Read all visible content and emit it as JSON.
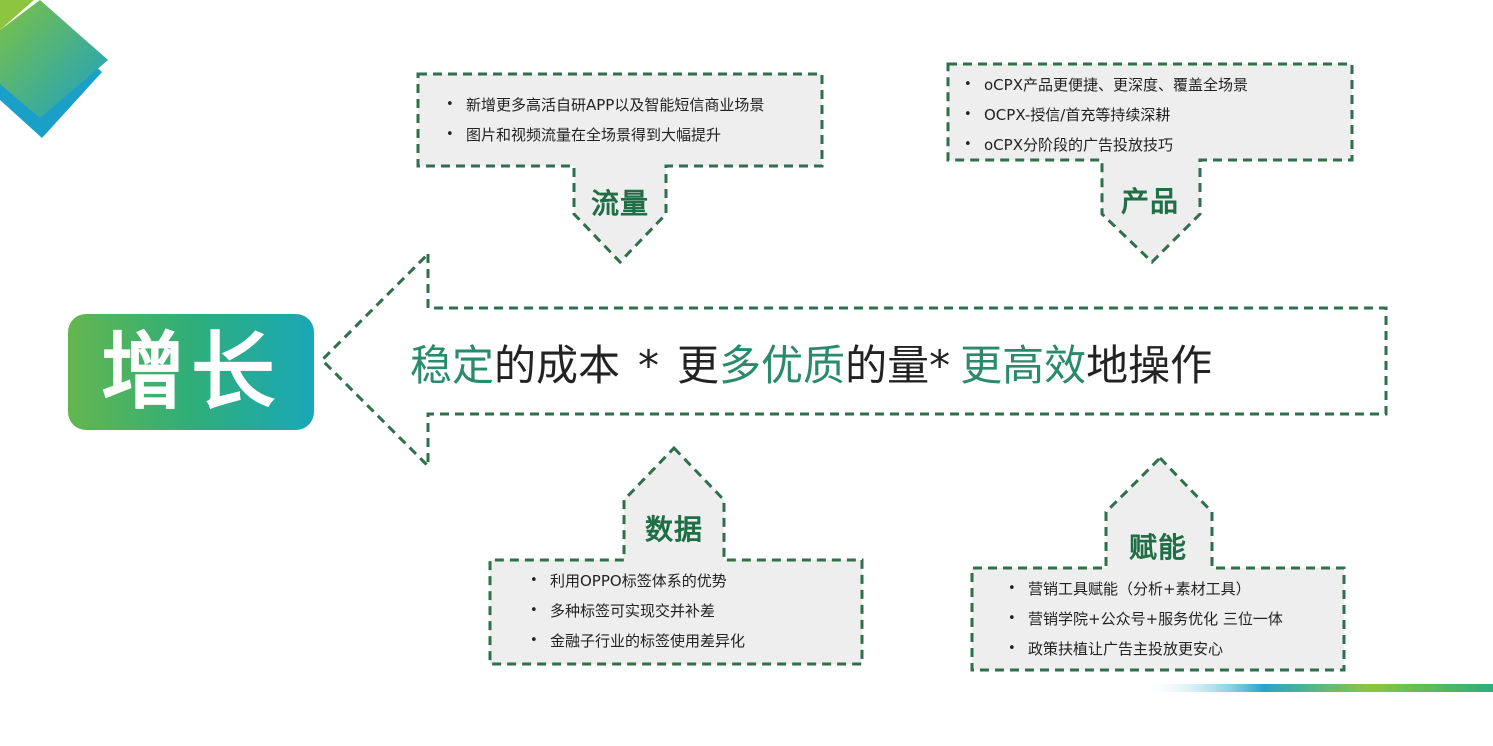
{
  "headline": {
    "p1_accent": "稳定",
    "p1_rest": "的成本",
    "sep1": "*",
    "p2_pre": "更",
    "p2_accent": "多优质",
    "p2_rest": "的量*",
    "p3_accent": "更高效",
    "p3_rest": "地操作"
  },
  "badge": {
    "label": "增长"
  },
  "categories": {
    "traffic": {
      "label": "流量",
      "items": [
        "新增更多高活自研APP以及智能短信商业场景",
        "图片和视频流量在全场景得到大幅提升"
      ]
    },
    "product": {
      "label": "产品",
      "items": [
        "oCPX产品更便捷、更深度、覆盖全场景",
        "OCPX-授信/首充等持续深耕",
        "oCPX分阶段的广告投放技巧"
      ]
    },
    "data": {
      "label": "数据",
      "items": [
        "利用OPPO标签体系的优势",
        "多种标签可实现交并补差",
        "金融子行业的标签使用差异化"
      ]
    },
    "empower": {
      "label": "赋能",
      "items": [
        "营销工具赋能（分析+素材工具）",
        "营销学院+公众号+服务优化 三位一体",
        "政策扶植让广告主投放更安心"
      ]
    }
  },
  "colors": {
    "dash": "#2f6f4c",
    "box_fill": "#eeeeee",
    "accent_text": "#2a8a6c",
    "label_green": "#1f6e45"
  }
}
